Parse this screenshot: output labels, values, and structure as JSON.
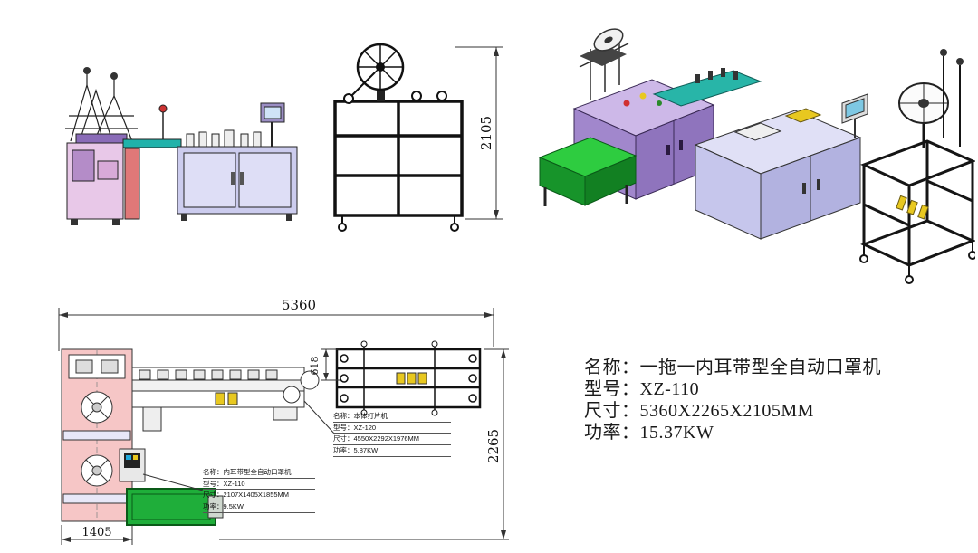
{
  "dimensions": {
    "overall_height": "2105",
    "overall_length": "5360",
    "frame_offset": "618",
    "overall_depth": "2265",
    "mask_machine_width": "1405"
  },
  "labels": {
    "punch_machine": {
      "name": "名称：本体打片机",
      "model": "型号：XZ-120",
      "size": "尺寸：4550X2292X1976MM",
      "power": "功率：5.87KW"
    },
    "mask_machine": {
      "name": "名称：内耳带型全自动口罩机",
      "model": "型号：XZ-110",
      "size": "尺寸：2107X1405X1855MM",
      "power": "功率：9.5KW"
    }
  },
  "main_spec": {
    "name": "名称：一拖一内耳带型全自动口罩机",
    "model": "型号：XZ-110",
    "size": "尺寸：5360X2265X2105MM",
    "power": "功率：15.37KW"
  },
  "colors": {
    "machine_purple": "#9b7fc7",
    "machine_pink": "#e8c8e8",
    "cabinet_lavender": "#ccccee",
    "conveyor_green": "#1fae3a",
    "conveyor_teal": "#20b2aa",
    "accent_salmon": "#e07878",
    "accent_yellow": "#e8c820",
    "plan_pink": "#f6c6c6",
    "line_black": "#1a1a1a"
  }
}
